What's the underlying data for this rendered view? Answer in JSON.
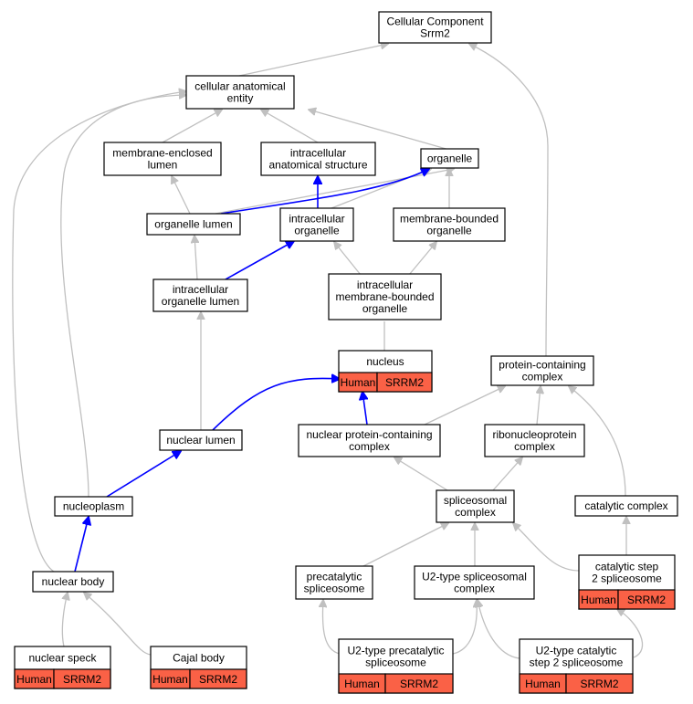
{
  "nodes": {
    "root": [
      "Cellular Component",
      "Srrm2"
    ],
    "cae": [
      "cellular anatomical",
      "entity"
    ],
    "mel": [
      "membrane-enclosed",
      "lumen"
    ],
    "ias": [
      "intracellular",
      "anatomical structure"
    ],
    "org": [
      "organelle"
    ],
    "orgl": [
      "organelle lumen"
    ],
    "io": [
      "intracellular",
      "organelle"
    ],
    "mbo": [
      "membrane-bounded",
      "organelle"
    ],
    "iol": [
      "intracellular",
      "organelle lumen"
    ],
    "imbo": [
      "intracellular",
      "membrane-bounded",
      "organelle"
    ],
    "nucleus": [
      "nucleus"
    ],
    "pcc": [
      "protein-containing",
      "complex"
    ],
    "nl": [
      "nuclear lumen"
    ],
    "npcc": [
      "nuclear protein-containing",
      "complex"
    ],
    "rnp": [
      "ribonucleoprotein",
      "complex"
    ],
    "np": [
      "nucleoplasm"
    ],
    "spl": [
      "spliceosomal",
      "complex"
    ],
    "cc": [
      "catalytic complex"
    ],
    "nb": [
      "nuclear body"
    ],
    "pre": [
      "precatalytic",
      "spliceosome"
    ],
    "u2": [
      "U2-type spliceosomal",
      "complex"
    ],
    "cs2": [
      "catalytic step",
      "2 spliceosome"
    ],
    "ns": [
      "nuclear speck"
    ],
    "cb": [
      "Cajal body"
    ],
    "u2pre": [
      "U2-type precatalytic",
      "spliceosome"
    ],
    "u2cs2": [
      "U2-type catalytic",
      "step 2 spliceosome"
    ]
  },
  "annotation": {
    "species": "Human",
    "gene": "SRRM2"
  },
  "colors": {
    "annotation_fill": "#fa6146",
    "path_edge": "#0000ff",
    "other_edge": "#c0c0c0"
  }
}
